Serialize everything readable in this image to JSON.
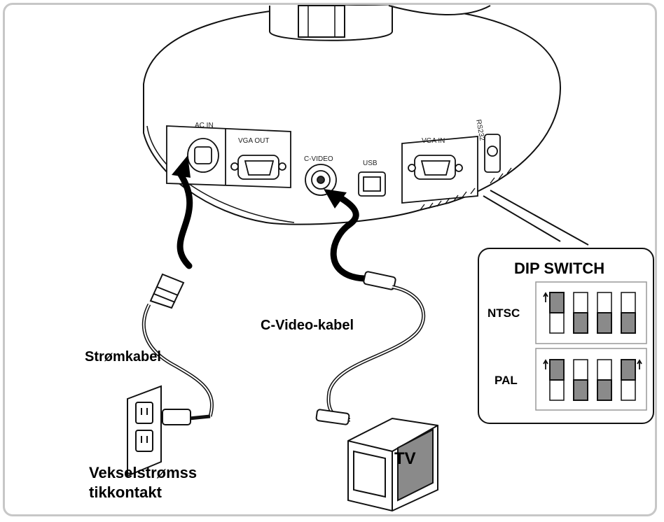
{
  "ports": {
    "ac_in": "AC IN",
    "vga_out": "VGA OUT",
    "c_video": "C-VIDEO",
    "usb": "USB",
    "vga_in": "VGA IN",
    "rs232": "RS232"
  },
  "labels": {
    "power_cable": "Strømkabel",
    "c_video_cable": "C-Video-kabel",
    "outlet_line1": "Vekselstrømss",
    "outlet_line2": "tikkontakt",
    "tv": "TV"
  },
  "dip_switch": {
    "title": "DIP SWITCH",
    "ntsc_label": "NTSC",
    "pal_label": "PAL",
    "ntsc_states": [
      "up",
      "down",
      "down",
      "down"
    ],
    "pal_states": [
      "up",
      "down",
      "down",
      "up"
    ]
  },
  "colors": {
    "switch_fill": "#8a8a8a",
    "outline": "#111111",
    "frame": "#c7c7c7"
  }
}
